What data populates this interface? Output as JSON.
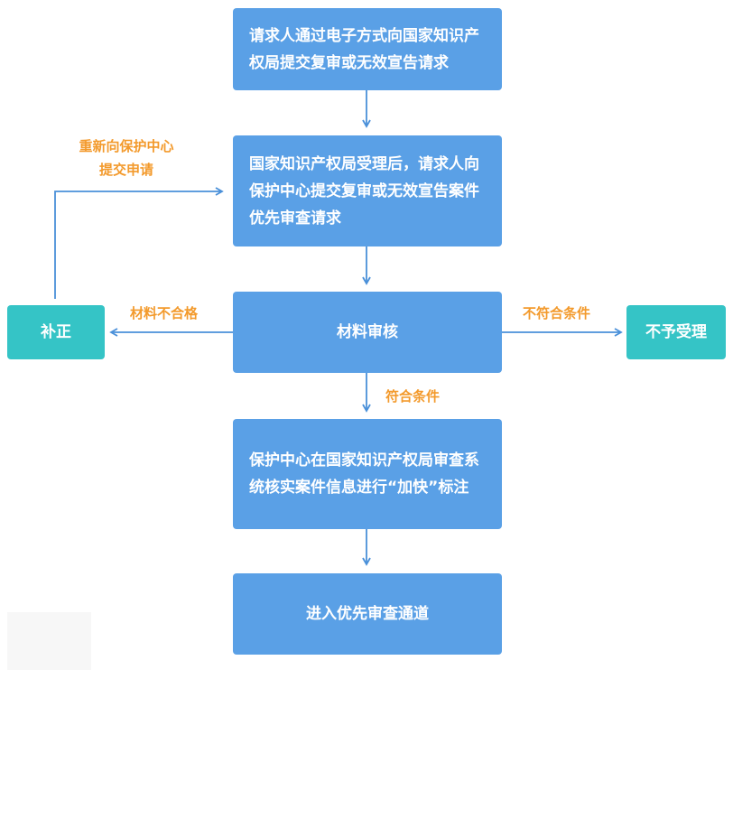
{
  "colors": {
    "main_box": "#5aa0e6",
    "side_box": "#35c4c6",
    "label": "#f39a2c",
    "connector": "#4a90d9"
  },
  "nodes": {
    "submit": "请求人通过电子方式向国家知识产权局提交复审或无效宣告请求",
    "accept": "国家知识产权局受理后，请求人向保护中心提交复审或无效宣告案件优先审查请求",
    "review": "材料审核",
    "mark": "保护中心在国家知识产权局审查系统核实案件信息进行“加快”标注",
    "enter": "进入优先审查通道",
    "supplement": "补正",
    "reject": "不予受理"
  },
  "labels": {
    "resubmit_line1": "重新向保护中心",
    "resubmit_line2": "提交申请",
    "unqualified": "材料不合格",
    "not_meet": "不符合条件",
    "meet": "符合条件"
  }
}
